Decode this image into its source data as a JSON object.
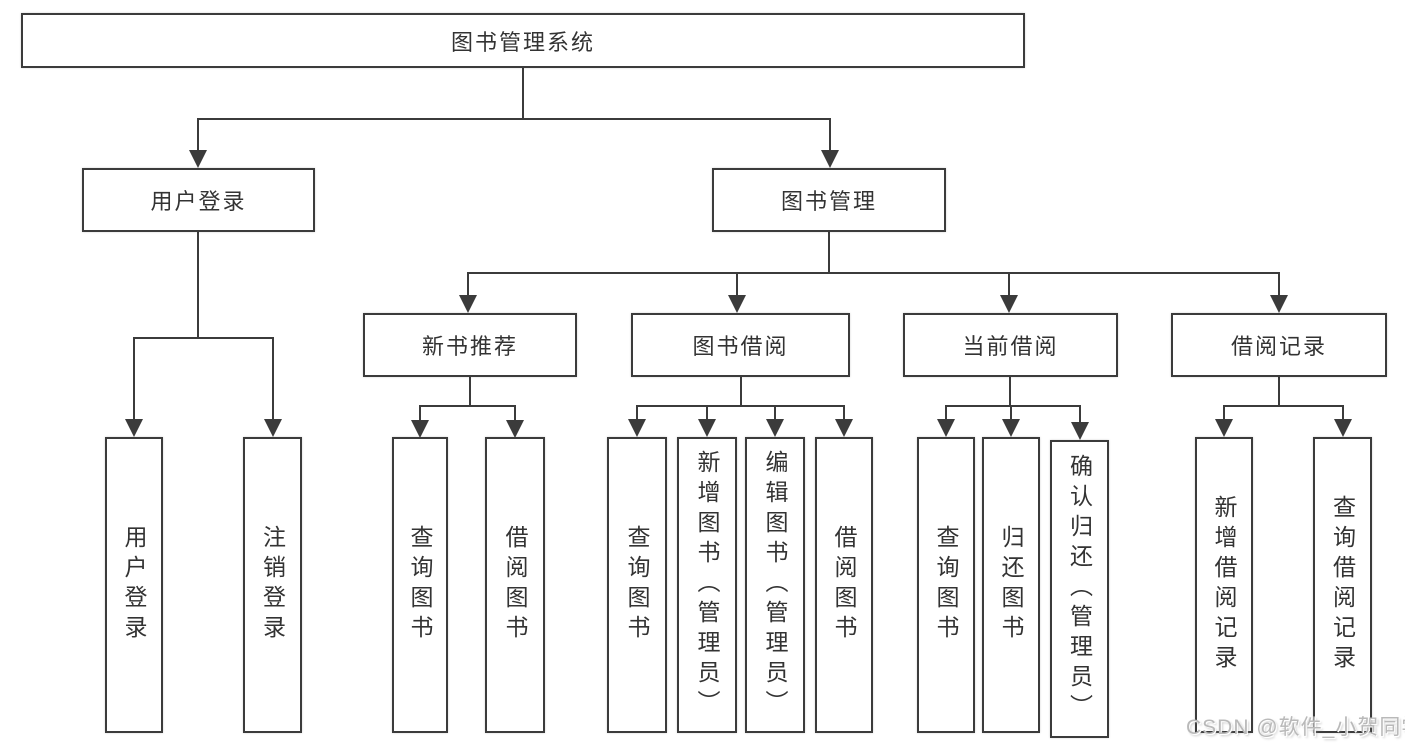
{
  "tree": {
    "root": "图书管理系统",
    "branches": [
      {
        "label": "用户登录",
        "leaves": [
          "用户登录",
          "注销登录"
        ]
      },
      {
        "label": "图书管理",
        "sub_branches": [
          {
            "label": "新书推荐",
            "leaves": [
              "查询图书",
              "借阅图书"
            ]
          },
          {
            "label": "图书借阅",
            "leaves": [
              "查询图书",
              "新增图书（管理员）",
              "编辑图书（管理员）",
              "借阅图书"
            ]
          },
          {
            "label": "当前借阅",
            "leaves": [
              "查询图书",
              "归还图书",
              "确认归还（管理员）"
            ]
          },
          {
            "label": "借阅记录",
            "leaves": [
              "新增借阅记录",
              "查询借阅记录"
            ]
          }
        ]
      }
    ]
  },
  "watermark": "CSDN @软件_小贺同学",
  "colors": {
    "line": "#3b3b3b",
    "box_border": "#3b3b3b",
    "text": "#333333",
    "watermark": "#b9b9b9",
    "background": "#ffffff"
  }
}
